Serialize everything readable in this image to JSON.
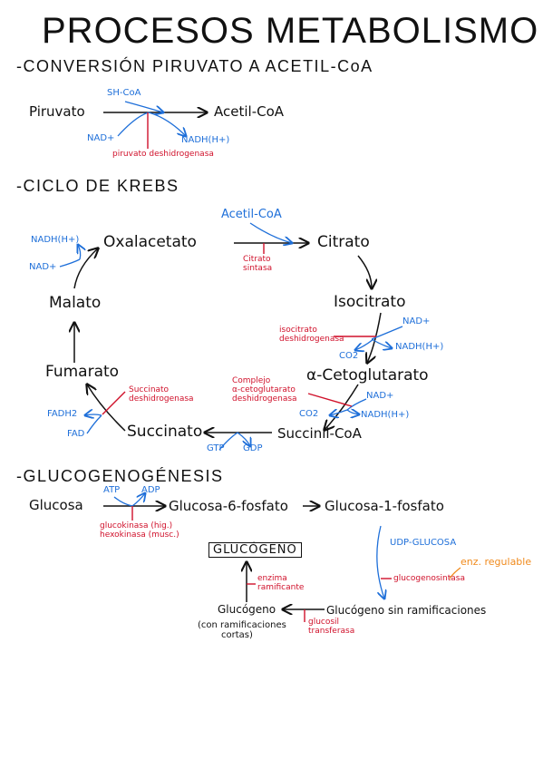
{
  "title": "PROCESOS METABOLISMO",
  "section1": {
    "heading": "-CONVERSIÓN PIRUVATO A ACETIL-CoA",
    "substrate": "Piruvato",
    "product": "Acetil-CoA",
    "cofactor_in": "SH-CoA",
    "nad": "NAD+",
    "nadh": "NADH(H+)",
    "enzyme": "piruvato deshidrogenasa"
  },
  "section2": {
    "heading": "-CICLO DE KREBS",
    "oxalacetato": "Oxalacetato",
    "acetil_coa": "Acetil-CoA",
    "citrato": "Citrato",
    "citrato_enzyme": [
      "Citrato",
      "sintasa"
    ],
    "isocitrato": "Isocitrato",
    "iso_enzyme": [
      "isocitrato",
      "deshidrogenasa"
    ],
    "iso_nad": "NAD+",
    "iso_nadh": "NADH(H+)",
    "iso_co2": "CO2",
    "aceto": "α-Cetoglutarato",
    "aceto_enzyme": [
      "Complejo",
      "α-cetoglutarato",
      "deshidrogenasa"
    ],
    "aceto_nad": "NAD+",
    "aceto_nadh": "NADH(H+)",
    "aceto_co2": "CO2",
    "succinil": "Succinil-CoA",
    "gtp": "GTP",
    "gdp": "GDP",
    "succinato": "Succinato",
    "succ_enzyme": [
      "Succinato",
      "deshidrogenasa"
    ],
    "fadh2": "FADH2",
    "fad": "FAD",
    "fumarato": "Fumarato",
    "malato": "Malato",
    "mal_nadh": "NADH(H+)",
    "mal_nad": "NAD+"
  },
  "section3": {
    "heading": "-GLUCOGENOGÉNESIS",
    "glucosa": "Glucosa",
    "atp": "ATP",
    "adp": "ADP",
    "g6p": "Glucosa-6-fosfato",
    "g1p": "Glucosa-1-fosfato",
    "gk_enzyme": [
      "glucokinasa (hig.)",
      "hexokinasa (musc.)"
    ],
    "udp": "UDP-GLUCOSA",
    "glucogeno_sintasa": "glucogenosintasa",
    "enz_regulable": "enz. regulable",
    "glucogeno_box": "GLUCÓGENO",
    "ramif_enzyme": [
      "enzima",
      "ramificante"
    ],
    "glucogeno": "Glucógeno",
    "glucogeno_note": [
      "(con ramificaciones",
      "cortas)"
    ],
    "glucosil": [
      "glucosil",
      "transferasa"
    ],
    "glucogeno_sin": "Glucógeno sin ramificaciones"
  }
}
